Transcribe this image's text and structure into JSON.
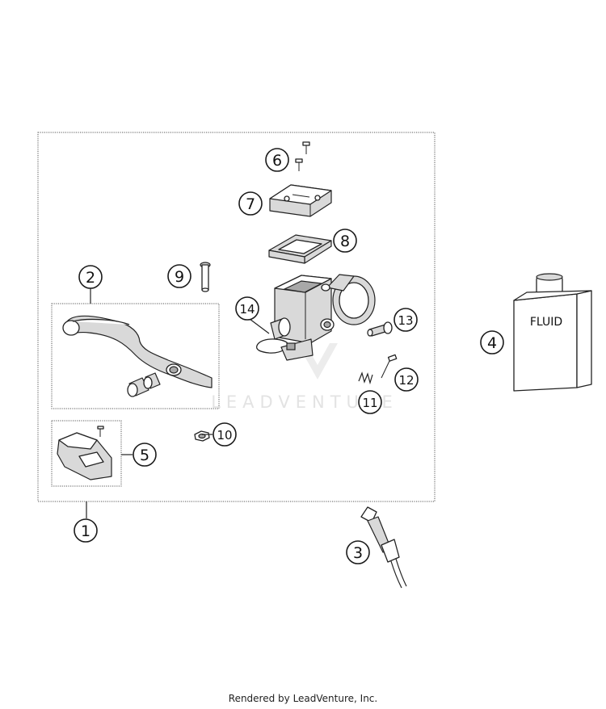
{
  "callouts": [
    "1",
    "2",
    "3",
    "4",
    "5",
    "6",
    "7",
    "8",
    "9",
    "10",
    "11",
    "12",
    "13",
    "14"
  ],
  "bottle_label": "FLUID",
  "watermark": "LEADVENTURE",
  "footer": "Rendered by LeadVenture, Inc."
}
